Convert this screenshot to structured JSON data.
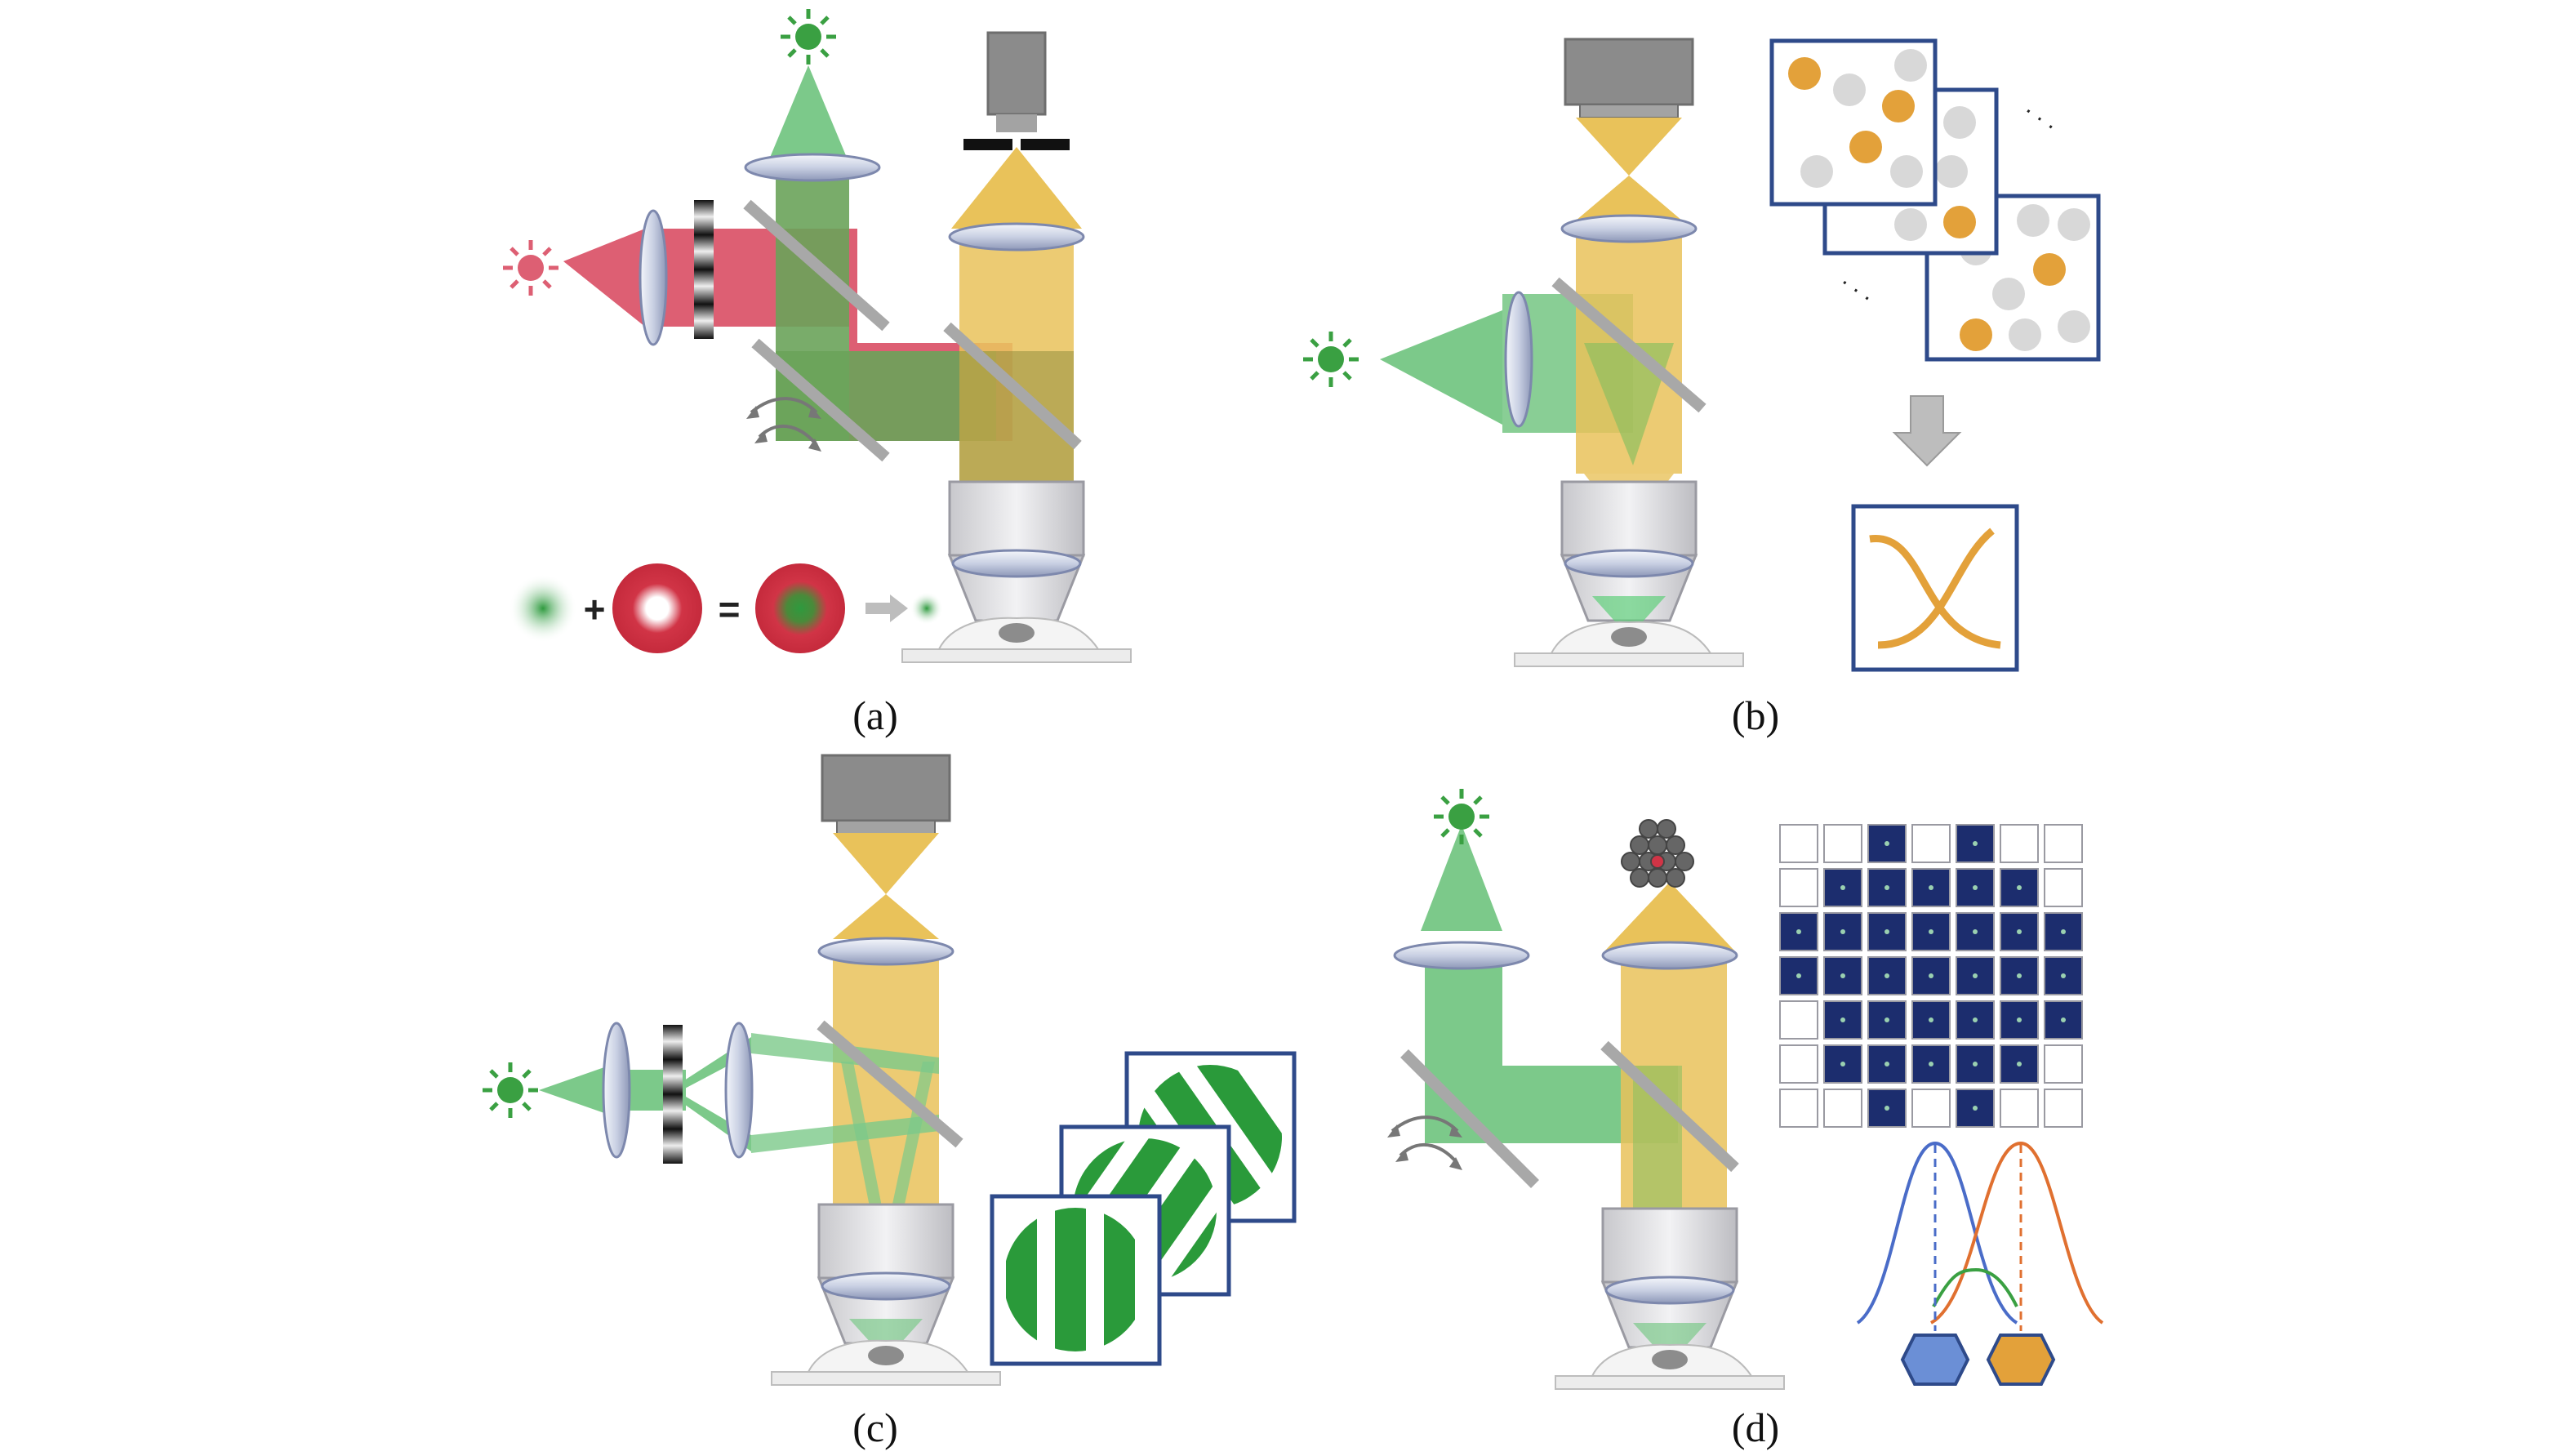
{
  "panels": {
    "a": {
      "label": "(a)",
      "plus_sign": "+",
      "equals_sign": "="
    },
    "b": {
      "label": "(b)",
      "ellipsis": ". . ."
    },
    "c": {
      "label": "(c)"
    },
    "d": {
      "label": "(d)"
    }
  },
  "colors": {
    "green": "#7cc98a",
    "green_dark": "#6aa35a",
    "red": "#dd5f73",
    "yellow": "#e9c25a",
    "orange": "#e0a030",
    "navy": "#1c2d6e",
    "frame": "#2e4a8a",
    "camera": "#8b8b8b",
    "blue_hex": "#6b8fd6"
  },
  "icons": [
    "sun-icon",
    "camera-icon",
    "lens-icon",
    "mirror-icon",
    "objective-icon",
    "arrow-down-icon",
    "hexagon-icon",
    "rotation-arrows-icon"
  ]
}
